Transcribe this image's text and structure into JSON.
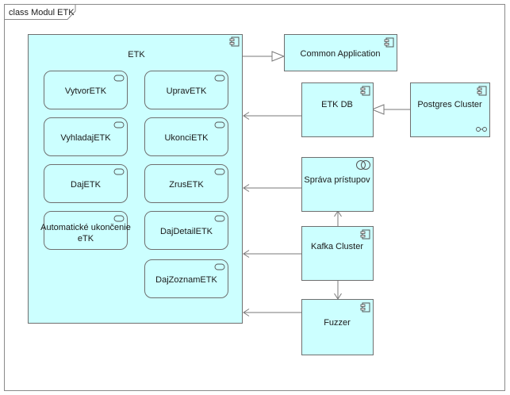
{
  "frame": {
    "title": "class Modul ETK"
  },
  "style": {
    "fill": "#ccffff",
    "stroke": "#6f6f6f",
    "line": "#7a7a7a"
  },
  "main_component": {
    "label": "ETK"
  },
  "functions": [
    {
      "id": "fn-vytvor",
      "label": "VytvorETK"
    },
    {
      "id": "fn-uprav",
      "label": "UpravETK"
    },
    {
      "id": "fn-vyhladaj",
      "label": "VyhladajETK"
    },
    {
      "id": "fn-ukonci",
      "label": "UkonciETK"
    },
    {
      "id": "fn-daj",
      "label": "DajETK"
    },
    {
      "id": "fn-zrus",
      "label": "ZrusETK"
    },
    {
      "id": "fn-auto",
      "label": [
        "Automatické ukončenie",
        "eTK"
      ]
    },
    {
      "id": "fn-detail",
      "label": "DajDetailETK"
    },
    {
      "id": "fn-zoznam",
      "label": "DajZoznamETK"
    }
  ],
  "components": [
    {
      "id": "common-application",
      "label": "Common Application",
      "icon": "component-icon"
    },
    {
      "id": "etk-db",
      "label": "ETK DB",
      "icon": "component-icon"
    },
    {
      "id": "postgres-cluster",
      "label": "Postgres Cluster",
      "icon": "component-icon"
    },
    {
      "id": "sprava-pristupov",
      "label": "Správa prístupov",
      "icon": "service-icon"
    },
    {
      "id": "kafka-cluster",
      "label": "Kafka Cluster",
      "icon": "component-icon"
    },
    {
      "id": "fuzzer",
      "label": "Fuzzer",
      "icon": "component-icon"
    }
  ],
  "connectors": [
    {
      "from": "main",
      "to": "common-application",
      "type": "generalization"
    },
    {
      "from": "postgres-cluster",
      "to": "etk-db",
      "type": "generalization"
    },
    {
      "from": "etk-db",
      "to": "main",
      "type": "association"
    },
    {
      "from": "sprava-pristupov",
      "to": "main",
      "type": "association"
    },
    {
      "from": "kafka-cluster",
      "to": "main",
      "type": "association"
    },
    {
      "from": "fuzzer",
      "to": "main",
      "type": "association"
    },
    {
      "from": "kafka-cluster",
      "to": "sprava-pristupov",
      "type": "association"
    },
    {
      "from": "kafka-cluster",
      "to": "fuzzer",
      "type": "association"
    }
  ]
}
